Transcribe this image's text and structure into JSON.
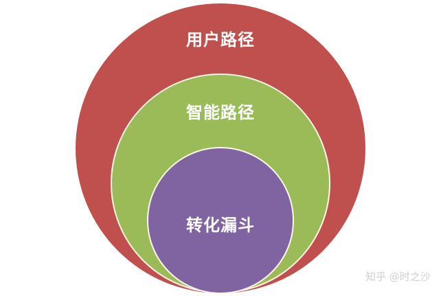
{
  "diagram": {
    "type": "nested-circles",
    "layers": [
      {
        "label": "用户路径",
        "color": "#c0504d"
      },
      {
        "label": "智能路径",
        "color": "#9bbb59"
      },
      {
        "label": "转化漏斗",
        "color": "#8064a2"
      }
    ]
  },
  "watermark": "知乎 @时之沙"
}
